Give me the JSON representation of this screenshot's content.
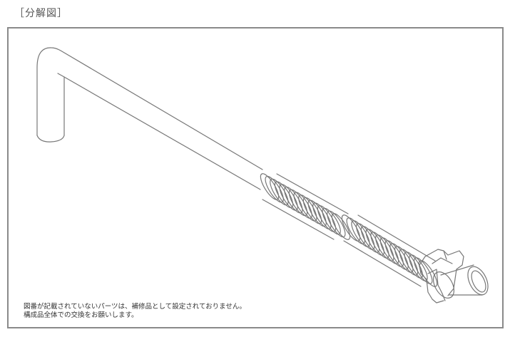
{
  "heading": "［分解図］",
  "diagram": {
    "subject": "flexible-hose-with-bent-pipe-and-nut",
    "line_color": "#777777",
    "frame_color": "#8a8a8a"
  },
  "note": {
    "line1": "図番が記載されていないパーツは、補修品として設定されておりません。",
    "line2": "構成品全体での交換をお願いします。"
  }
}
